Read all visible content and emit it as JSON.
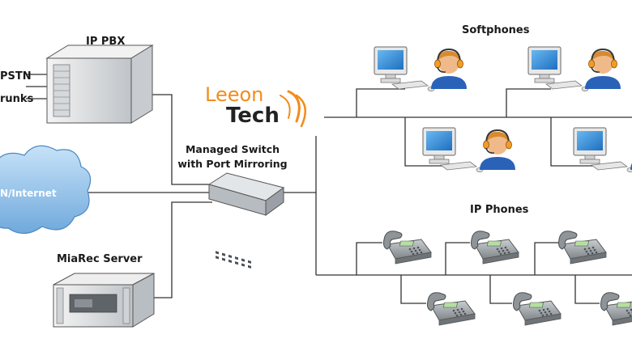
{
  "labels": {
    "ip_pbx": "IP PBX",
    "pstn_line1": "PSTN",
    "pstn_line2": "runks",
    "internet": "N/Internet",
    "switch_line1": "Managed Switch",
    "switch_line2": "with Port Mirroring",
    "server": "MiaRec Server",
    "softphones": "Softphones",
    "ip_phones": "IP Phones"
  },
  "logo": {
    "word1": "Leeon",
    "word2": "Tech",
    "color1": "#f28c1b",
    "color2": "#222222"
  },
  "colors": {
    "line": "#333333",
    "cloud": "#9cc8ee",
    "headset": "#f39c23",
    "monitor_screen": "#3a8fd8",
    "phone": "#9aa0a2"
  },
  "icons": {
    "pbx": "pbx-server-icon",
    "cloud": "internet-cloud-icon",
    "switch": "network-switch-icon",
    "server": "rack-server-icon",
    "softphone": "computer-with-user-icon",
    "ip_phone": "desk-phone-icon"
  }
}
